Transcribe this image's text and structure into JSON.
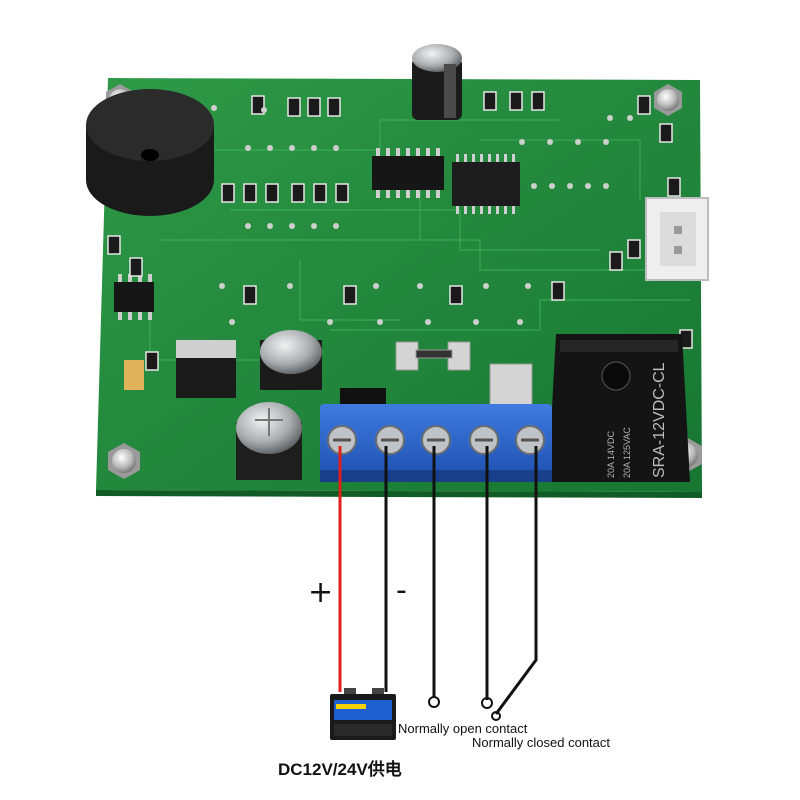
{
  "relay_marking": {
    "model": "SRA-12VDC-CL",
    "rating_dc": "20A 14VDC",
    "rating_ac": "20A 125VAC"
  },
  "wiring": {
    "plus_sign": "+",
    "minus_sign": "-",
    "normally_open": "Normally open contact",
    "normally_closed": "Normally closed contact",
    "power_supply": "DC12V/24V供电"
  },
  "colors": {
    "pcb": "#1f8a3a",
    "terminal_block": "#2c63c8",
    "relay_body": "#141414",
    "positive_wire": "#e0201c",
    "wire": "#111111"
  }
}
